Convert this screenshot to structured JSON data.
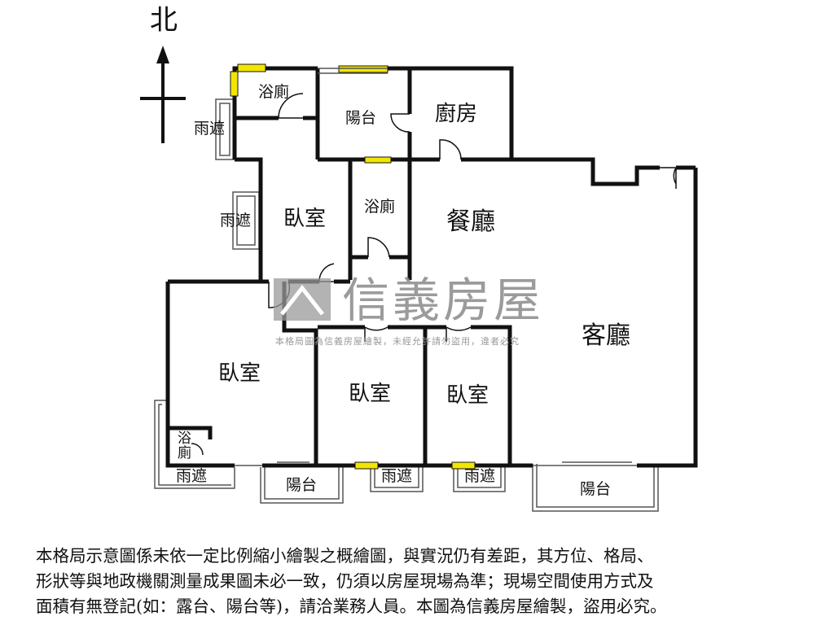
{
  "compass": {
    "north_label": "北"
  },
  "rooms": {
    "bath_nw": "浴廁",
    "balcony_n": "陽台",
    "kitchen": "廚房",
    "awning_w1": "雨遮",
    "bedroom_n": "臥室",
    "bath_center": "浴廁",
    "dining": "餐廳",
    "awning_w2": "雨遮",
    "living": "客廳",
    "bedroom_sw": "臥室",
    "bath_small": "浴廁",
    "bedroom_s1": "臥室",
    "bedroom_s2": "臥室",
    "awning_s1": "雨遮",
    "balcony_s1": "陽台",
    "awning_s2": "雨遮",
    "awning_s3": "雨遮",
    "balcony_s2": "陽台"
  },
  "watermark": {
    "title": "信義房屋",
    "subtitle": "本格局圖為信義房屋繪製，未經允許請勿盜用，違者必究"
  },
  "disclaimer": {
    "line1": "本格局示意圖係未依一定比例縮小繪製之概繪圖，與實況仍有差距，其方位、格局、",
    "line2": "形狀等與地政機關測量成果圖未必一致，仍須以房屋現場為準；現場空間使用方式及",
    "line3": "面積有無登記(如：露台、陽台等)，請洽業務人員。本圖為信義房屋繪製，盜用必究。"
  },
  "colors": {
    "wall": "#111111",
    "window": "#f2e600",
    "watermark": "#8a8a8a"
  }
}
